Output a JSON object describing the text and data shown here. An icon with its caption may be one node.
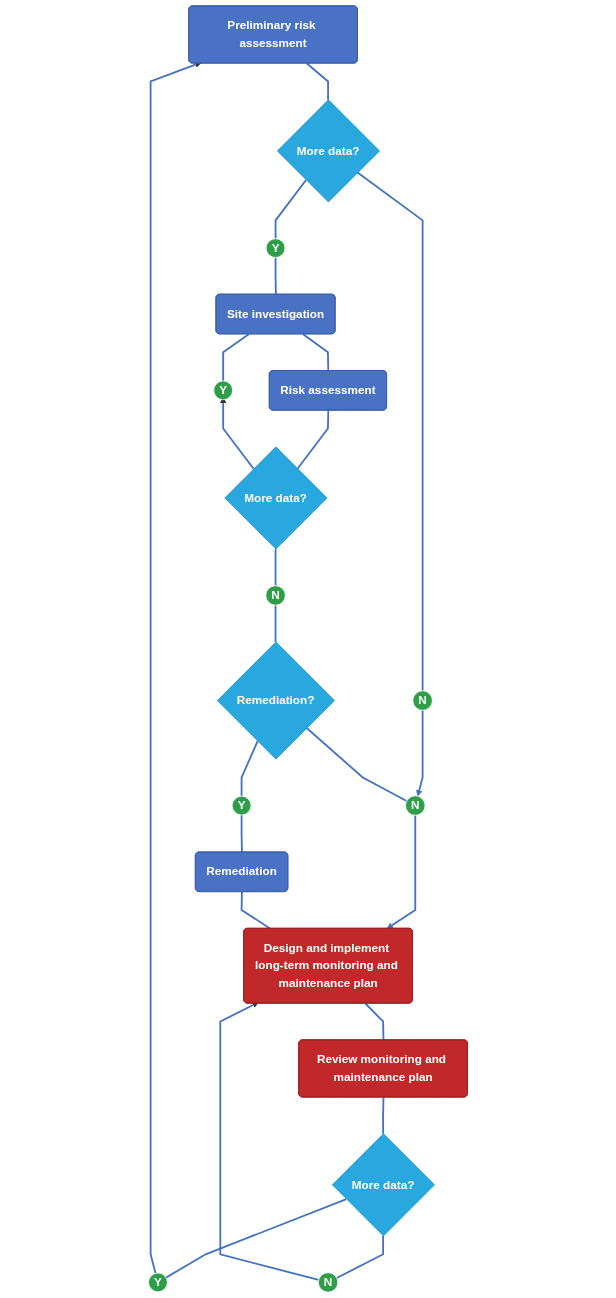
{
  "diagram": {
    "nodes": [
      {
        "text": [
          "Preliminary risk assessment"
        ]
      },
      {
        "text": [
          "More data?"
        ]
      },
      {
        "text": [
          "N"
        ]
      },
      {
        "text": [
          "Y"
        ]
      },
      {
        "text": [
          "Site investigation"
        ]
      },
      {
        "text": [
          "Risk assessment"
        ]
      },
      {
        "text": [
          "Y"
        ]
      },
      {
        "text": [
          "More data?"
        ]
      },
      {
        "text": [
          "N"
        ]
      },
      {
        "text": [
          "Remediation?"
        ]
      },
      {
        "text": [
          "N"
        ]
      },
      {
        "text": [
          "Y"
        ]
      },
      {
        "text": [
          "Remediation"
        ]
      },
      {
        "text": [
          "Design and implement long-term monitoring and maintenance plan"
        ]
      },
      {
        "text": [
          "Review monitoring and maintenance plan"
        ]
      },
      {
        "text": [
          "More data?"
        ]
      },
      {
        "text": [
          "Y"
        ]
      },
      {
        "text": [
          "N"
        ]
      }
    ],
    "edges": [
      {
        "from": 0,
        "to": 1,
        "arrow": "none"
      },
      {
        "from": 1,
        "to": 2,
        "arrow": "none"
      },
      {
        "from": 2,
        "to": 10,
        "arrow": "to"
      },
      {
        "from": 1,
        "to": 3,
        "arrow": "none"
      },
      {
        "from": 3,
        "to": 4,
        "arrow": "none"
      },
      {
        "from": 4,
        "to": 5,
        "arrow": "none"
      },
      {
        "from": 5,
        "to": 7,
        "arrow": "none"
      },
      {
        "from": 7,
        "to": 6,
        "arrow": "to"
      },
      {
        "from": 6,
        "to": 4,
        "arrow": "none"
      },
      {
        "from": 7,
        "to": 8,
        "arrow": "none"
      },
      {
        "from": 8,
        "to": 9,
        "arrow": "none"
      },
      {
        "from": 9,
        "to": 10,
        "arrow": "none"
      },
      {
        "from": 10,
        "to": 13,
        "arrow": "to"
      },
      {
        "from": 9,
        "to": 11,
        "arrow": "none"
      },
      {
        "from": 11,
        "to": 12,
        "arrow": "none"
      },
      {
        "from": 12,
        "to": 13,
        "arrow": "none"
      },
      {
        "from": 13,
        "to": 14,
        "arrow": "none"
      },
      {
        "from": 14,
        "to": 15,
        "arrow": "none"
      },
      {
        "from": 15,
        "to": 16,
        "arrow": "none"
      },
      {
        "from": 16,
        "to": 0,
        "arrow": "to"
      },
      {
        "from": 15,
        "to": 17,
        "arrow": "none"
      },
      {
        "from": 17,
        "to": 13,
        "arrow": "to"
      }
    ]
  }
}
